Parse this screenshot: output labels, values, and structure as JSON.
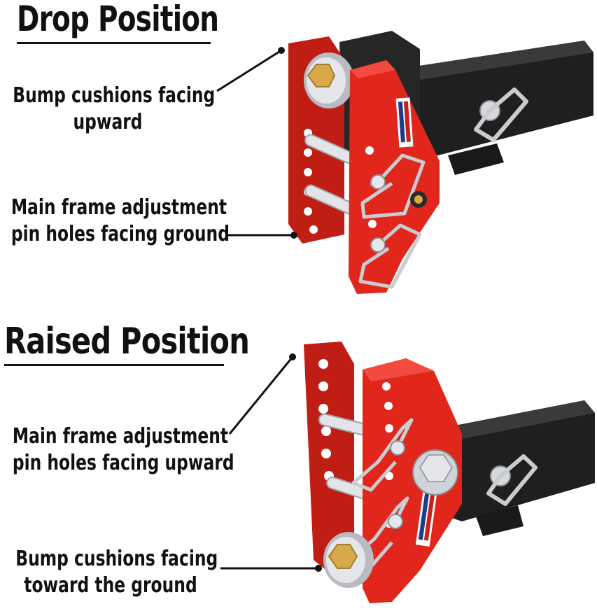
{
  "headings": {
    "drop": "Drop Position",
    "raised": "Raised Position"
  },
  "callouts": {
    "drop_bump": {
      "line1": "Bump cushions facing",
      "line2": "upward"
    },
    "drop_pins": {
      "line1": "Main frame adjustment",
      "line2": "pin holes facing ground"
    },
    "raised_pins": {
      "line1": "Main frame adjustment",
      "line2": "pin holes facing upward"
    },
    "raised_bump": {
      "line1": "Bump cushions facing",
      "line2": "toward the ground"
    }
  },
  "colors": {
    "frame_red": "#e1261c",
    "frame_red_dark": "#a8140f",
    "receiver_black": "#1f1f1f",
    "steel": "#c9ccd0",
    "text": "#111111"
  }
}
